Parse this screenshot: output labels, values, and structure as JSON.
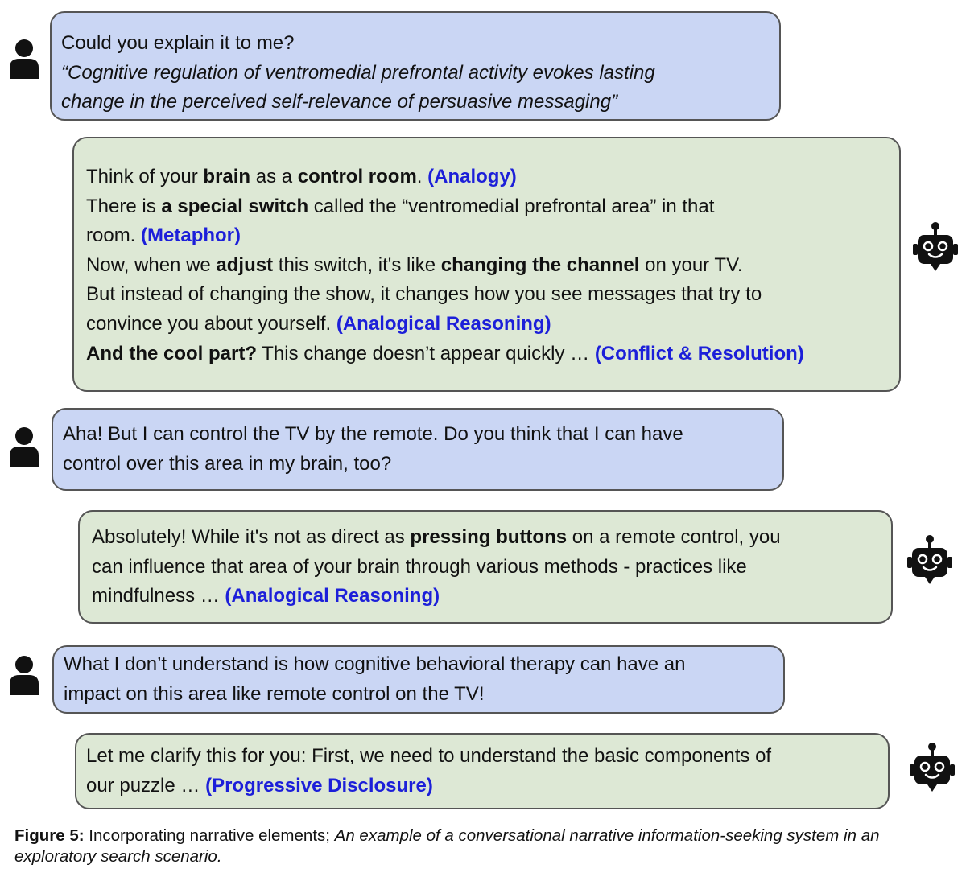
{
  "messages": [
    {
      "role": "user",
      "lines": [
        [
          {
            "t": "Could you explain it to me?"
          }
        ],
        [
          {
            "t": "“Cognitive regulation of ventromedial prefrontal activity evokes lasting",
            "s": "italic"
          }
        ],
        [
          {
            "t": "change in the perceived self-relevance of persuasive messaging”",
            "s": "italic"
          }
        ]
      ]
    },
    {
      "role": "bot",
      "lines": [
        [
          {
            "t": "Think of your "
          },
          {
            "t": "brain",
            "s": "bold"
          },
          {
            "t": " as a "
          },
          {
            "t": "control room",
            "s": "bold"
          },
          {
            "t": ". "
          },
          {
            "t": "(Analogy)",
            "s": "tag"
          }
        ],
        [
          {
            "t": "There is "
          },
          {
            "t": "a special switch",
            "s": "bold"
          },
          {
            "t": " called the “ventromedial prefrontal area” in that"
          }
        ],
        [
          {
            "t": "room. "
          },
          {
            "t": "(Metaphor)",
            "s": "tag"
          }
        ],
        [
          {
            "t": "Now, when we "
          },
          {
            "t": "adjust",
            "s": "bold"
          },
          {
            "t": " this switch, it's like "
          },
          {
            "t": "changing the channel",
            "s": "bold"
          },
          {
            "t": " on your TV."
          }
        ],
        [
          {
            "t": "But instead of changing the show, it changes how you see messages that try to"
          }
        ],
        [
          {
            "t": "convince you about yourself. "
          },
          {
            "t": "(Analogical Reasoning)",
            "s": "tag"
          }
        ],
        [
          {
            "t": "And the cool part?",
            "s": "bold"
          },
          {
            "t": " This change doesn’t appear quickly … "
          },
          {
            "t": "(Conflict & Resolution)",
            "s": "tag"
          }
        ]
      ]
    },
    {
      "role": "user",
      "lines": [
        [
          {
            "t": "Aha! But I can control the TV by the remote. Do you think that I can have"
          }
        ],
        [
          {
            "t": "control over this area in my brain, too?"
          }
        ]
      ]
    },
    {
      "role": "bot",
      "lines": [
        [
          {
            "t": "Absolutely! While it's not as direct as "
          },
          {
            "t": "pressing buttons",
            "s": "bold"
          },
          {
            "t": " on a remote control, you"
          }
        ],
        [
          {
            "t": "can influence that area of your brain through various methods - practices like"
          }
        ],
        [
          {
            "t": "mindfulness … "
          },
          {
            "t": "(Analogical Reasoning)",
            "s": "tag"
          }
        ]
      ]
    },
    {
      "role": "user",
      "lines": [
        [
          {
            "t": "What I don’t understand is how cognitive behavioral therapy can have an"
          }
        ],
        [
          {
            "t": "impact on this area like remote control on the TV!"
          }
        ]
      ]
    },
    {
      "role": "bot",
      "lines": [
        [
          {
            "t": "Let me clarify this for you: First, we need to understand the basic components of"
          }
        ],
        [
          {
            "t": "our puzzle … "
          },
          {
            "t": "(Progressive Disclosure)",
            "s": "tag"
          }
        ]
      ]
    }
  ],
  "caption": {
    "label": "Figure 5:",
    "text": " Incorporating narrative elements; ",
    "italic": "An example of a conversational narrative information-seeking system in an exploratory search scenario."
  },
  "colors": {
    "user_bubble": "#cad6f4",
    "bot_bubble": "#dde8d5",
    "tag_text": "#1c1fd9"
  },
  "icons": {
    "user": "person-icon",
    "bot": "robot-icon"
  }
}
